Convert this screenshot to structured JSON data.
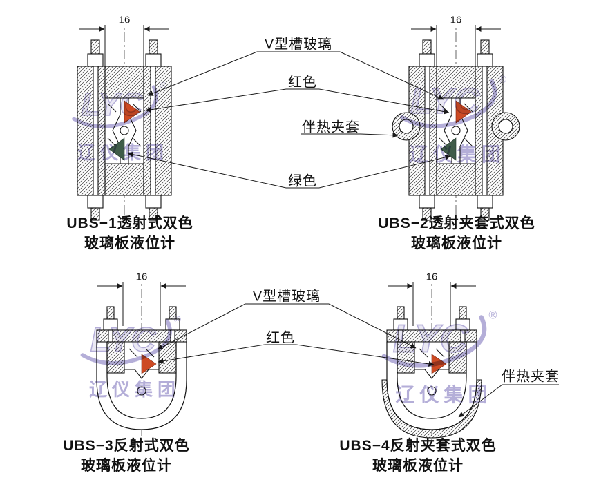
{
  "dimension_label": "16",
  "callouts": {
    "v_groove_glass_top": "V型槽玻璃",
    "red_top": "红色",
    "heat_jacket_top": "伴热夹套",
    "green_top": "绿色",
    "v_groove_glass_bottom": "V型槽玻璃",
    "red_bottom": "红色",
    "heat_jacket_bottom": "伴热夹套"
  },
  "captions": {
    "ubs1": {
      "line1": "UBS−1透射式双色",
      "line2": "玻璃板液位计"
    },
    "ubs2": {
      "line1": "UBS−2透射夹套式双色",
      "line2": "玻璃板液位计"
    },
    "ubs3": {
      "line1": "UBS−3反射式双色",
      "line2": "玻璃板液位计"
    },
    "ubs4": {
      "line1": "UBS−4反射夹套式双色",
      "line2": "玻璃板液位计"
    }
  },
  "watermark": {
    "logo_text": "LYC",
    "registered": "®",
    "company": "辽仪集团"
  },
  "colors": {
    "red": "#cd4a23",
    "green": "#3f5c49",
    "watermark": "#b4aed8",
    "line": "#1a1a1a"
  }
}
